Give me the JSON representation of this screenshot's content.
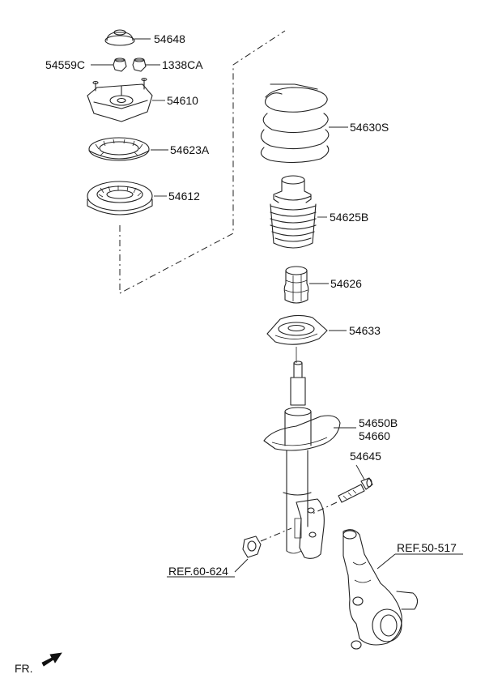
{
  "labels": {
    "p54648": "54648",
    "p54559c": "54559C",
    "p1338ca": "1338CA",
    "p54610": "54610",
    "p54623a": "54623A",
    "p54612": "54612",
    "p54630s": "54630S",
    "p54625b": "54625B",
    "p54626": "54626",
    "p54633": "54633",
    "p54650b": "54650B",
    "p54660": "54660",
    "p54645": "54645"
  },
  "refs": {
    "ref_60_624": "REF.60-624",
    "ref_50_517": "REF.50-517"
  },
  "orientation": {
    "label": "FR.",
    "icon": "arrow-icon"
  }
}
